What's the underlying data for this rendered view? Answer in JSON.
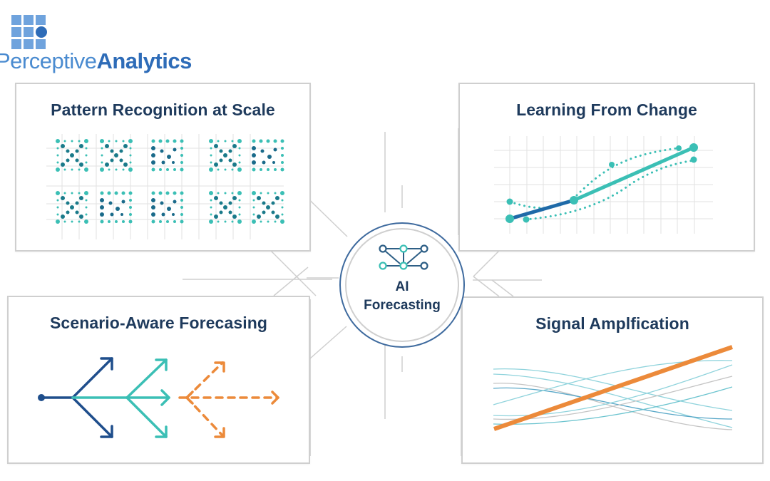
{
  "logo": {
    "brand_light": "Perceptive",
    "brand_bold": "Analytics",
    "icon": "grid-with-dot-logo-icon",
    "colors": {
      "squares": "#6fa3dd",
      "dot": "#2e6cb8"
    }
  },
  "hub": {
    "label_line1": "AI",
    "label_line2": "Forecasting",
    "icon": "neural-network-icon",
    "colors": {
      "outer_ring": "#3e6a9e",
      "inner_ring": "#cfcfcf",
      "text": "#1e3a5c"
    }
  },
  "panels": [
    {
      "id": "pattern",
      "title": "Pattern Recognition at Scale",
      "visual": "grid of ten dotted X/square patterns (2 rows x 5)",
      "icon": "dot-pattern-grid-icon"
    },
    {
      "id": "learning",
      "title": "Learning From Change",
      "visual": "line chart on grid with solid trend line and dotted confidence bands",
      "icon": "trend-line-chart-icon"
    },
    {
      "id": "scenario",
      "title": "Scenario-Aware Forecasing",
      "visual": "branching arrows: dark blue, teal, dashed orange",
      "icon": "branching-arrows-icon"
    },
    {
      "id": "signal",
      "title": "Signal Amplfication",
      "visual": "faint noisy curves with a bold orange rising line",
      "icon": "signal-lines-icon"
    }
  ],
  "colors": {
    "title_text": "#1e3a5c",
    "panel_border": "#cfcfcf",
    "dark_blue": "#1f4e8c",
    "teal": "#3bbfb5",
    "teal_dark": "#1a8a8a",
    "orange": "#ec8a3a",
    "connector_gray": "#cccccc"
  }
}
